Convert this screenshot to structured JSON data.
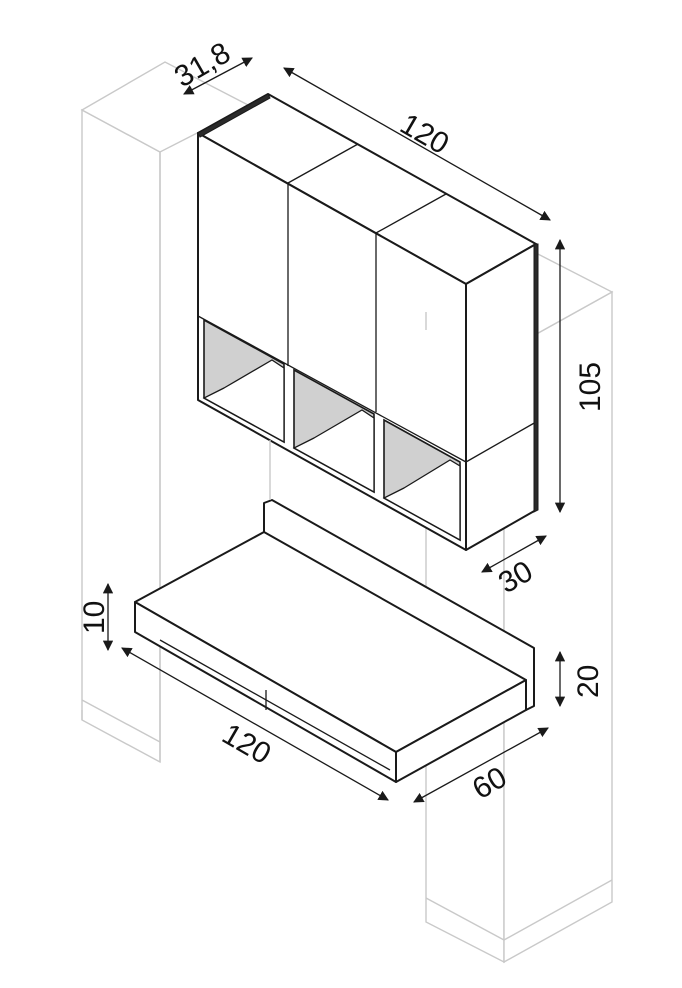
{
  "diagram": {
    "dimensions": {
      "cabinet_depth": "31,8",
      "cabinet_width": "120",
      "cabinet_height": "105",
      "niche_depth": "30",
      "desk_thickness": "10",
      "desk_width": "120",
      "desk_depth": "60",
      "backsplash_height": "20"
    },
    "colors": {
      "line": "#1a1a1a",
      "ghost_column": "#c9c9c9",
      "niche_fill": "#d0d0d0"
    }
  }
}
